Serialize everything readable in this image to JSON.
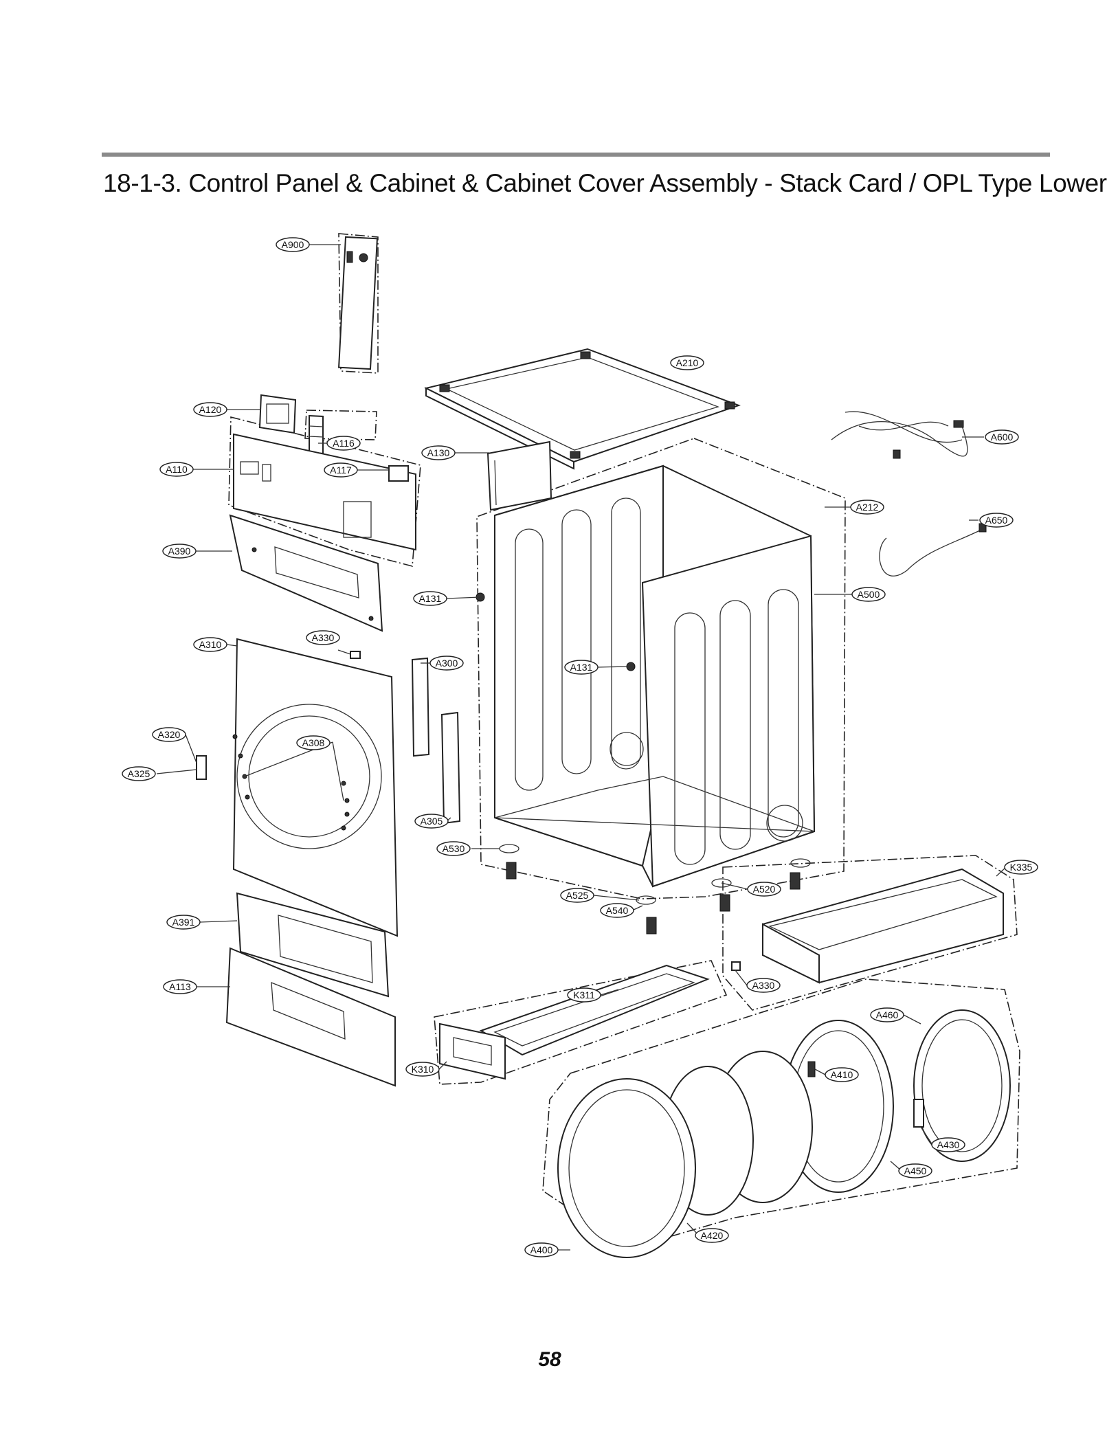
{
  "title": "18-1-3. Control Panel & Cabinet & Cabinet Cover Assembly - Stack Card / OPL Type Lower",
  "page_number": "58",
  "callouts": [
    {
      "id": "a900",
      "text": "A900"
    },
    {
      "id": "a210",
      "text": "A210"
    },
    {
      "id": "a120",
      "text": "A120"
    },
    {
      "id": "a116",
      "text": "A116"
    },
    {
      "id": "a130",
      "text": "A130"
    },
    {
      "id": "a600",
      "text": "A600"
    },
    {
      "id": "a110",
      "text": "A110"
    },
    {
      "id": "a117",
      "text": "A117"
    },
    {
      "id": "a212",
      "text": "A212"
    },
    {
      "id": "a650",
      "text": "A650"
    },
    {
      "id": "a390",
      "text": "A390"
    },
    {
      "id": "a131-left",
      "text": "A131"
    },
    {
      "id": "a500",
      "text": "A500"
    },
    {
      "id": "a310",
      "text": "A310"
    },
    {
      "id": "a330-top",
      "text": "A330"
    },
    {
      "id": "a300",
      "text": "A300"
    },
    {
      "id": "a131-right",
      "text": "A131"
    },
    {
      "id": "a320",
      "text": "A320"
    },
    {
      "id": "a308",
      "text": "A308"
    },
    {
      "id": "a325",
      "text": "A325"
    },
    {
      "id": "a305",
      "text": "A305"
    },
    {
      "id": "a530",
      "text": "A530"
    },
    {
      "id": "k335",
      "text": "K335"
    },
    {
      "id": "a525",
      "text": "A525"
    },
    {
      "id": "a520",
      "text": "A520"
    },
    {
      "id": "a540",
      "text": "A540"
    },
    {
      "id": "a391",
      "text": "A391"
    },
    {
      "id": "a330-bottom",
      "text": "A330"
    },
    {
      "id": "a113",
      "text": "A113"
    },
    {
      "id": "k311",
      "text": "K311"
    },
    {
      "id": "a460",
      "text": "A460"
    },
    {
      "id": "k310",
      "text": "K310"
    },
    {
      "id": "a410",
      "text": "A410"
    },
    {
      "id": "a430",
      "text": "A430"
    },
    {
      "id": "a450",
      "text": "A450"
    },
    {
      "id": "a420",
      "text": "A420"
    },
    {
      "id": "a400",
      "text": "A400"
    }
  ]
}
